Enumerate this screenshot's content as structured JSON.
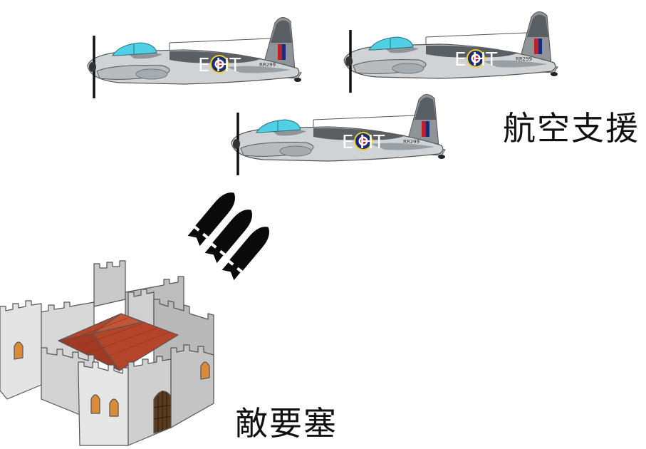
{
  "labels": {
    "air_support": "航空支援",
    "enemy_fortress": "敵要塞"
  },
  "aircraft": {
    "count": 3,
    "code_letters": "E HT",
    "serial": "RR299",
    "colors": {
      "fuselage_light": "#cfd3d6",
      "fuselage_dark": "#8f9498",
      "camo": "#5a5f63",
      "canopy": "#4fd0e4",
      "roundel_blue": "#1a2b7a",
      "roundel_red": "#c0202a",
      "roundel_yellow": "#f0d020"
    }
  },
  "bombs": {
    "count": 3,
    "color": "#0a0a0a"
  },
  "fortress": {
    "wall_color": "#d8d8d8",
    "wall_shade": "#a9a9a9",
    "roof_color": "#b5452a",
    "window_color": "#d98b3a"
  }
}
